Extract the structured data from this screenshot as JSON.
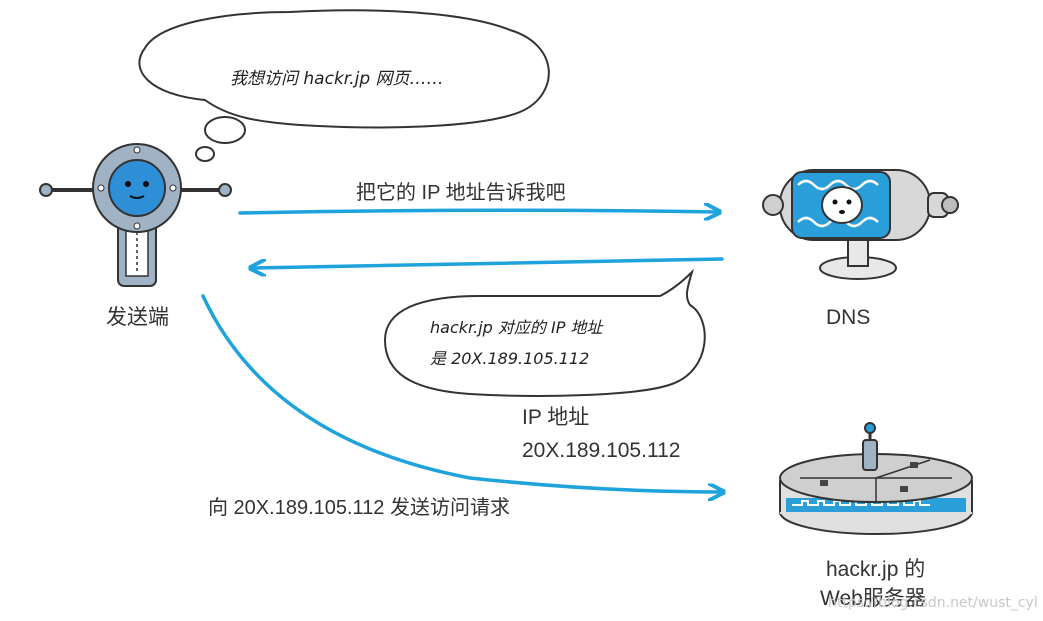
{
  "colors": {
    "arrow": "#1fa3dc",
    "outline": "#333333",
    "robot_face": "#2f8fd6",
    "robot_body": "#9fb3c4",
    "dns_pattern": "#2a9ed8",
    "server_band": "#2a9ed8"
  },
  "thought_bubble": {
    "text": "我想访问 hackr.jp 网页……"
  },
  "sender": {
    "label": "发送端",
    "icon": "robot-icon"
  },
  "dns": {
    "label": "DNS",
    "icon": "dns-server-icon"
  },
  "webserver": {
    "label_line1": "hackr.jp 的",
    "label_line2": "Web服务器",
    "icon": "web-server-icon"
  },
  "arrows": {
    "request_dns": "把它的 IP 地址告诉我吧",
    "request_web": "向 20X.189.105.112 发送访问请求"
  },
  "speech_bubble": {
    "line1": "hackr.jp 对应的 IP 地址",
    "line2": "是 20X.189.105.112"
  },
  "ip_info": {
    "line1": "IP 地址",
    "line2": "20X.189.105.112"
  },
  "watermark": "https://blog.csdn.net/wust_cyl"
}
